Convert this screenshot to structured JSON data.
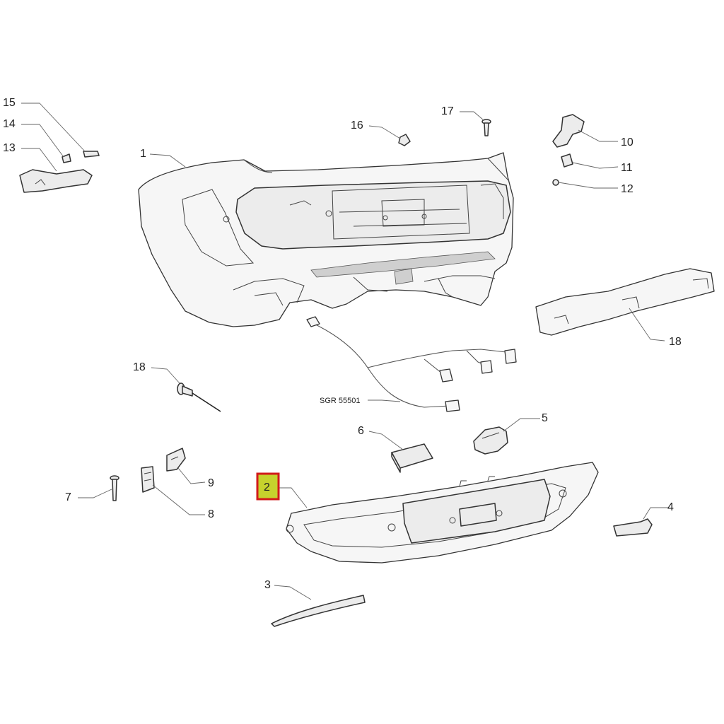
{
  "callouts": [
    {
      "id": "p1",
      "text": "1"
    },
    {
      "id": "p2",
      "text": "2"
    },
    {
      "id": "p3",
      "text": "3"
    },
    {
      "id": "p4",
      "text": "4"
    },
    {
      "id": "p5",
      "text": "5"
    },
    {
      "id": "p6",
      "text": "6"
    },
    {
      "id": "p7",
      "text": "7"
    },
    {
      "id": "p8",
      "text": "8"
    },
    {
      "id": "p9",
      "text": "9"
    },
    {
      "id": "p10",
      "text": "10"
    },
    {
      "id": "p11",
      "text": "11"
    },
    {
      "id": "p12",
      "text": "12"
    },
    {
      "id": "p13",
      "text": "13"
    },
    {
      "id": "p14",
      "text": "14"
    },
    {
      "id": "p15",
      "text": "15"
    },
    {
      "id": "p16",
      "text": "16"
    },
    {
      "id": "p17",
      "text": "17"
    },
    {
      "id": "p18a",
      "text": "18"
    },
    {
      "id": "p18b",
      "text": "18"
    }
  ],
  "wiring_code": "SGR 55501",
  "highlighted_part": "2",
  "colors": {
    "highlight_fill": "#c6d22d",
    "highlight_border": "#d11a1a"
  }
}
